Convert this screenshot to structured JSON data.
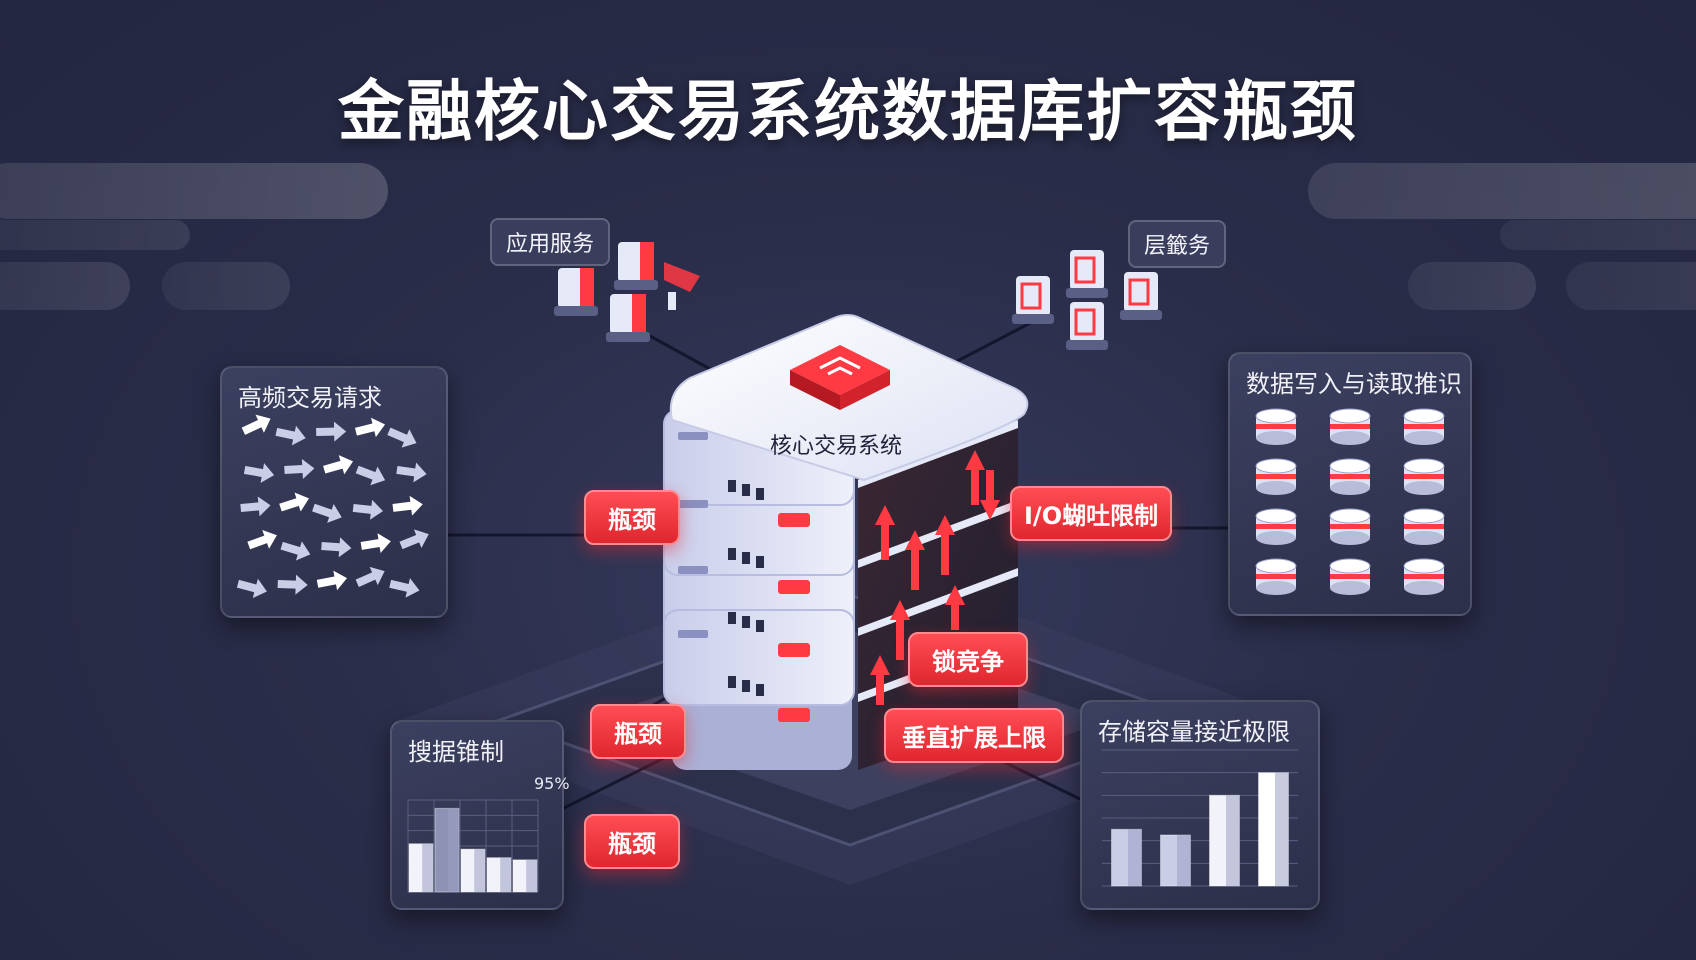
{
  "title": "金融核心交易系统数据库扩容瓶颈",
  "server_label": "核心交易系统",
  "chips": {
    "app_service": "应用服务",
    "layer_service": "层籤务"
  },
  "panels": {
    "requests": {
      "title": "高频交易请求"
    },
    "readwrite": {
      "title": "数据写入与读取推识"
    },
    "lock": {
      "title": "搜据锥制",
      "percent_label": "95%"
    },
    "storage": {
      "title": "存储容量接近极限"
    }
  },
  "tags": {
    "bottleneck_1": "瓶颈",
    "bottleneck_2": "瓶颈",
    "bottleneck_3": "瓶颈",
    "io_limit": "I/O蝴吐限制",
    "lock_contention": "锁竞争",
    "vertical_limit": "垂直扩展上限"
  },
  "colors": {
    "background": "#272a44",
    "accent_red": "#e8262f",
    "server_face": "#e6e9f7",
    "panel": "#34375a"
  },
  "icons": [
    "server-unit-icon",
    "database-cylinder-icon",
    "arrow-icon",
    "logo-icon"
  ],
  "chart_data": [
    {
      "type": "bar",
      "title": "搜据锥制",
      "categories": [
        "",
        "",
        "",
        "",
        ""
      ],
      "values": [
        45,
        78,
        40,
        32,
        30
      ],
      "annotations": [
        "95%"
      ]
    },
    {
      "type": "bar",
      "title": "存储容量接近极限",
      "categories": [
        "",
        "",
        "",
        ""
      ],
      "values": [
        50,
        45,
        80,
        100
      ],
      "ylim": [
        0,
        120
      ]
    }
  ]
}
